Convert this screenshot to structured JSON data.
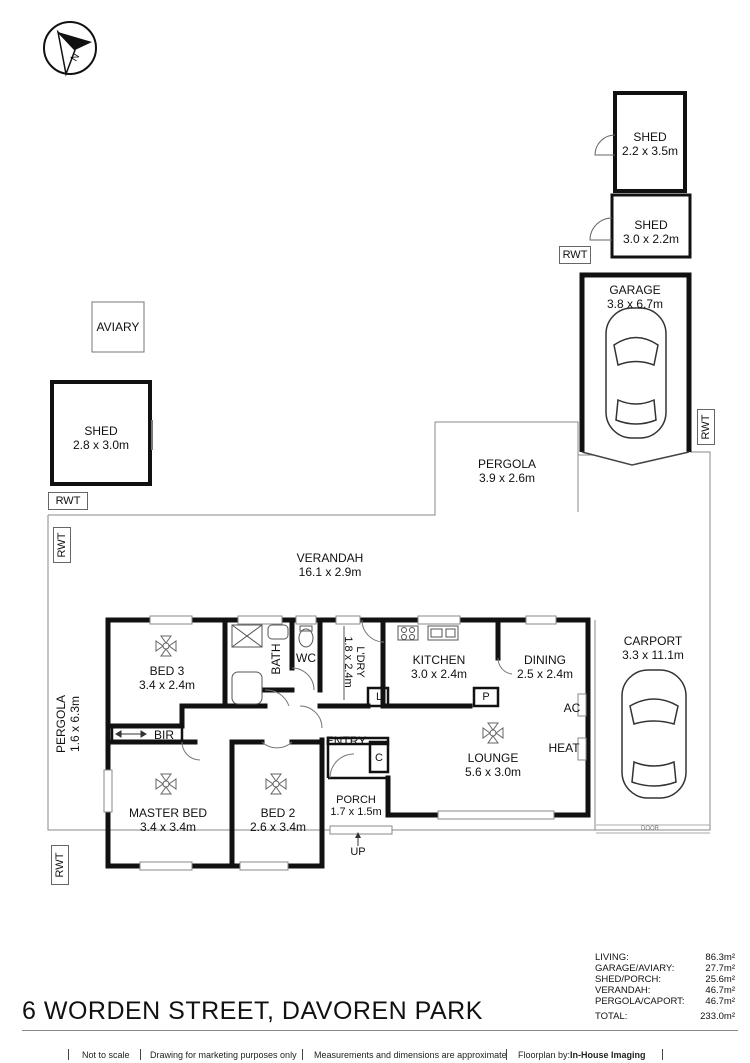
{
  "rooms": {
    "shed_top": {
      "name": "SHED",
      "dims": "2.2 x 3.5m"
    },
    "shed_mid": {
      "name": "SHED",
      "dims": "3.0 x 2.2m"
    },
    "garage": {
      "name": "GARAGE",
      "dims": "3.8 x 6.7m"
    },
    "aviary": {
      "name": "AVIARY"
    },
    "shed_left": {
      "name": "SHED",
      "dims": "2.8 x 3.0m"
    },
    "pergola_top": {
      "name": "PERGOLA",
      "dims": "3.9 x 2.6m"
    },
    "verandah": {
      "name": "VERANDAH",
      "dims": "16.1 x 2.9m"
    },
    "bed3": {
      "name": "BED 3",
      "dims": "3.4 x 2.4m"
    },
    "bath": {
      "name": "BATH"
    },
    "wc": {
      "name": "WC"
    },
    "ldry": {
      "name": "L'DRY",
      "dims": "1.8 x 2.4m"
    },
    "l": {
      "name": "L"
    },
    "kitchen": {
      "name": "KITCHEN",
      "dims": "3.0 x 2.4m"
    },
    "dining": {
      "name": "DINING",
      "dims": "2.5 x 2.4m"
    },
    "p": {
      "name": "P"
    },
    "carport": {
      "name": "CARPORT",
      "dims": "3.3 x 11.1m"
    },
    "ac": {
      "name": "AC"
    },
    "heat": {
      "name": "HEAT"
    },
    "pergola_left": {
      "name": "PERGOLA",
      "dims": "1.6 x 6.3m"
    },
    "bir": {
      "name": "BIR"
    },
    "entry": {
      "name": "ENTRY"
    },
    "c": {
      "name": "C"
    },
    "lounge": {
      "name": "LOUNGE",
      "dims": "5.6 x 3.0m"
    },
    "master": {
      "name": "MASTER BED",
      "dims": "3.4 x 3.4m"
    },
    "bed2": {
      "name": "BED 2",
      "dims": "2.6 x 3.4m"
    },
    "porch": {
      "name": "PORCH",
      "dims": "1.7 x 1.5m"
    },
    "up": {
      "name": "UP"
    },
    "door": {
      "name": "DOOR"
    }
  },
  "rwt_label": "RWT",
  "title": "6 WORDEN STREET, DAVOREN PARK",
  "areas": [
    {
      "label": "LIVING:",
      "value": "86.3m²"
    },
    {
      "label": "GARAGE/AVIARY:",
      "value": "27.7m²"
    },
    {
      "label": "SHED/PORCH:",
      "value": "25.6m²"
    },
    {
      "label": "VERANDAH:",
      "value": "46.7m²"
    },
    {
      "label": "PERGOLA/CAPORT:",
      "value": "46.7m²"
    }
  ],
  "total": {
    "label": "TOTAL:",
    "value": "233.0m²"
  },
  "footer": {
    "not_to_scale": "Not to scale",
    "marketing": "Drawing for marketing purposes only",
    "approx": "Measurements and dimensions are approximate",
    "floorplan_by": "Floorplan by:",
    "brand": "In-House Imaging"
  },
  "colors": {
    "wall": "#111111",
    "thin": "#777777",
    "window": "#999999"
  }
}
